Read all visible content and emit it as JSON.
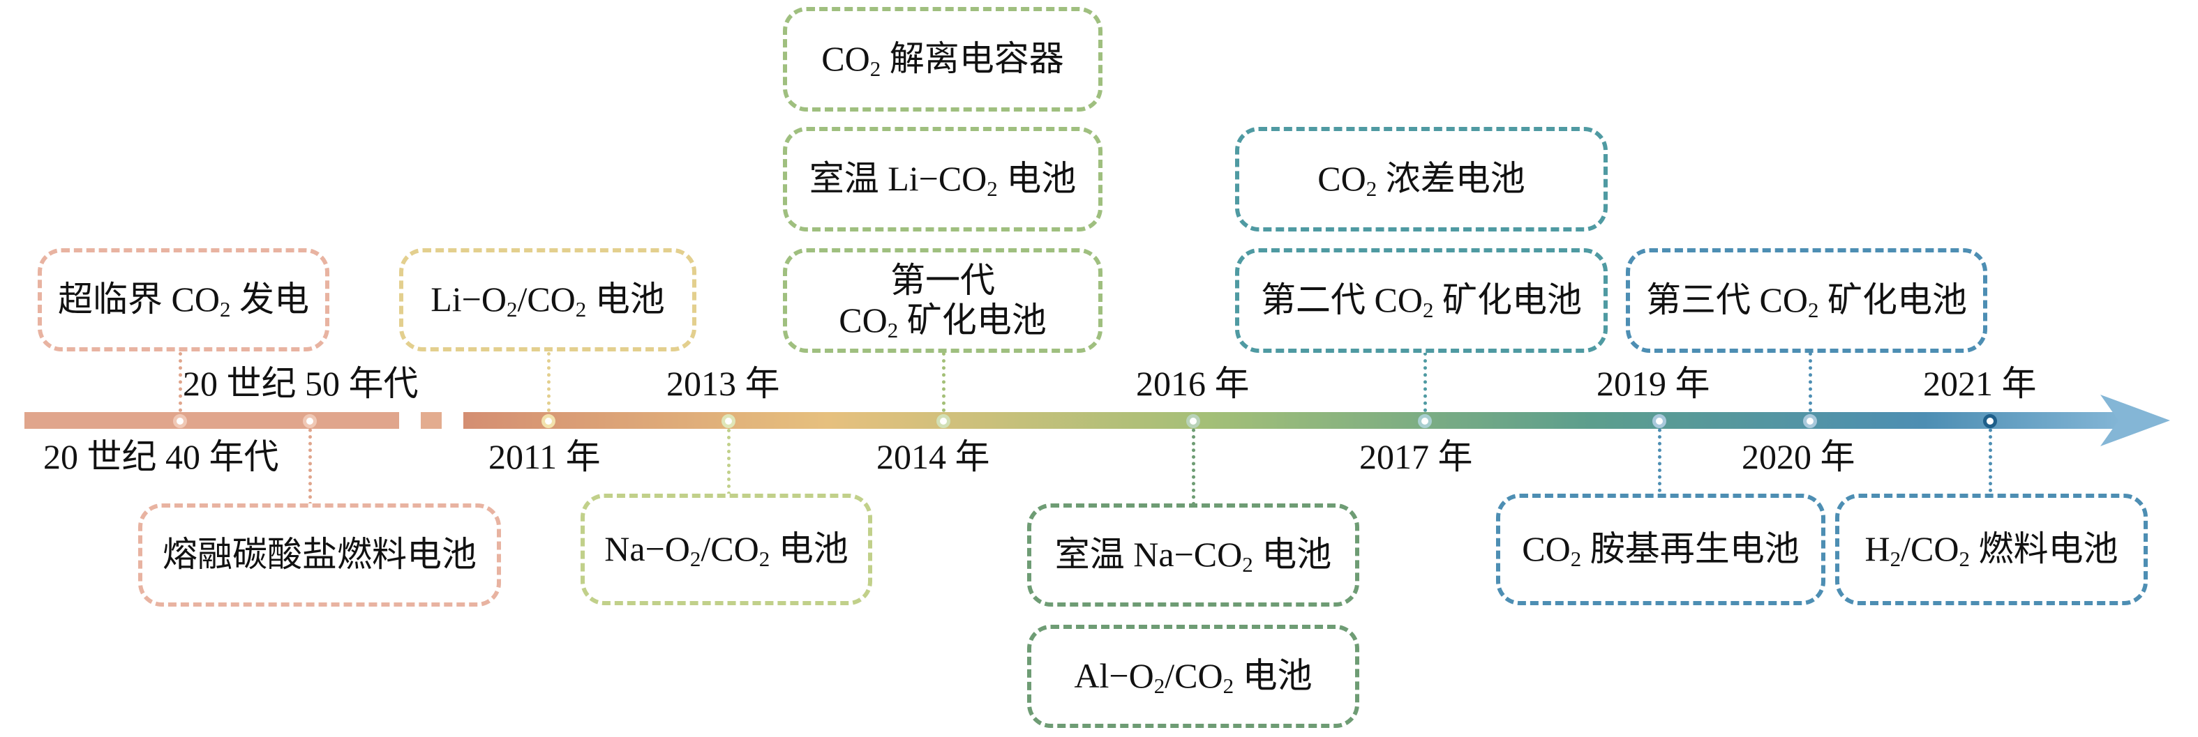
{
  "events": [
    {
      "id": "supercritical",
      "lines": [
        "超临界 CO|2| 发电"
      ]
    },
    {
      "id": "molten",
      "lines": [
        "熔融碳酸盐燃料电池"
      ]
    },
    {
      "id": "li-o2",
      "lines": [
        "Li−O|2|/CO|2| 电池"
      ]
    },
    {
      "id": "na-o2",
      "lines": [
        "Na−O|2|/CO|2| 电池"
      ]
    },
    {
      "id": "co2-cap",
      "lines": [
        "CO|2| 解离电容器"
      ]
    },
    {
      "id": "rt-li",
      "lines": [
        "室温 Li−CO|2| 电池"
      ]
    },
    {
      "id": "gen1",
      "lines": [
        "第一代",
        "CO|2| 矿化电池"
      ]
    },
    {
      "id": "rt-na",
      "lines": [
        "室温 Na−CO|2| 电池"
      ]
    },
    {
      "id": "al-o2",
      "lines": [
        "Al−O|2|/CO|2| 电池"
      ]
    },
    {
      "id": "conc",
      "lines": [
        "CO|2| 浓差电池"
      ]
    },
    {
      "id": "gen2",
      "lines": [
        "第二代 CO|2| 矿化电池"
      ]
    },
    {
      "id": "gen3",
      "lines": [
        "第三代 CO|2| 矿化电池"
      ]
    },
    {
      "id": "amine",
      "lines": [
        "CO|2| 胺基再生电池"
      ]
    },
    {
      "id": "h2",
      "lines": [
        "H|2|/CO|2| 燃料电池"
      ]
    }
  ],
  "years": {
    "y1950": "20 世纪 50 年代",
    "y1940": "20 世纪 40 年代",
    "y2011": "2011 年",
    "y2013": "2013 年",
    "y2014": "2014 年",
    "y2016": "2016 年",
    "y2017": "2017 年",
    "y2019": "2019 年",
    "y2020": "2020 年",
    "y2021": "2021 年"
  },
  "colors": {
    "timeline_start": "#d99174",
    "timeline_mid": "#a3bf77",
    "timeline_end": "#4d8eb3",
    "arrow": "#7fb1d1"
  }
}
